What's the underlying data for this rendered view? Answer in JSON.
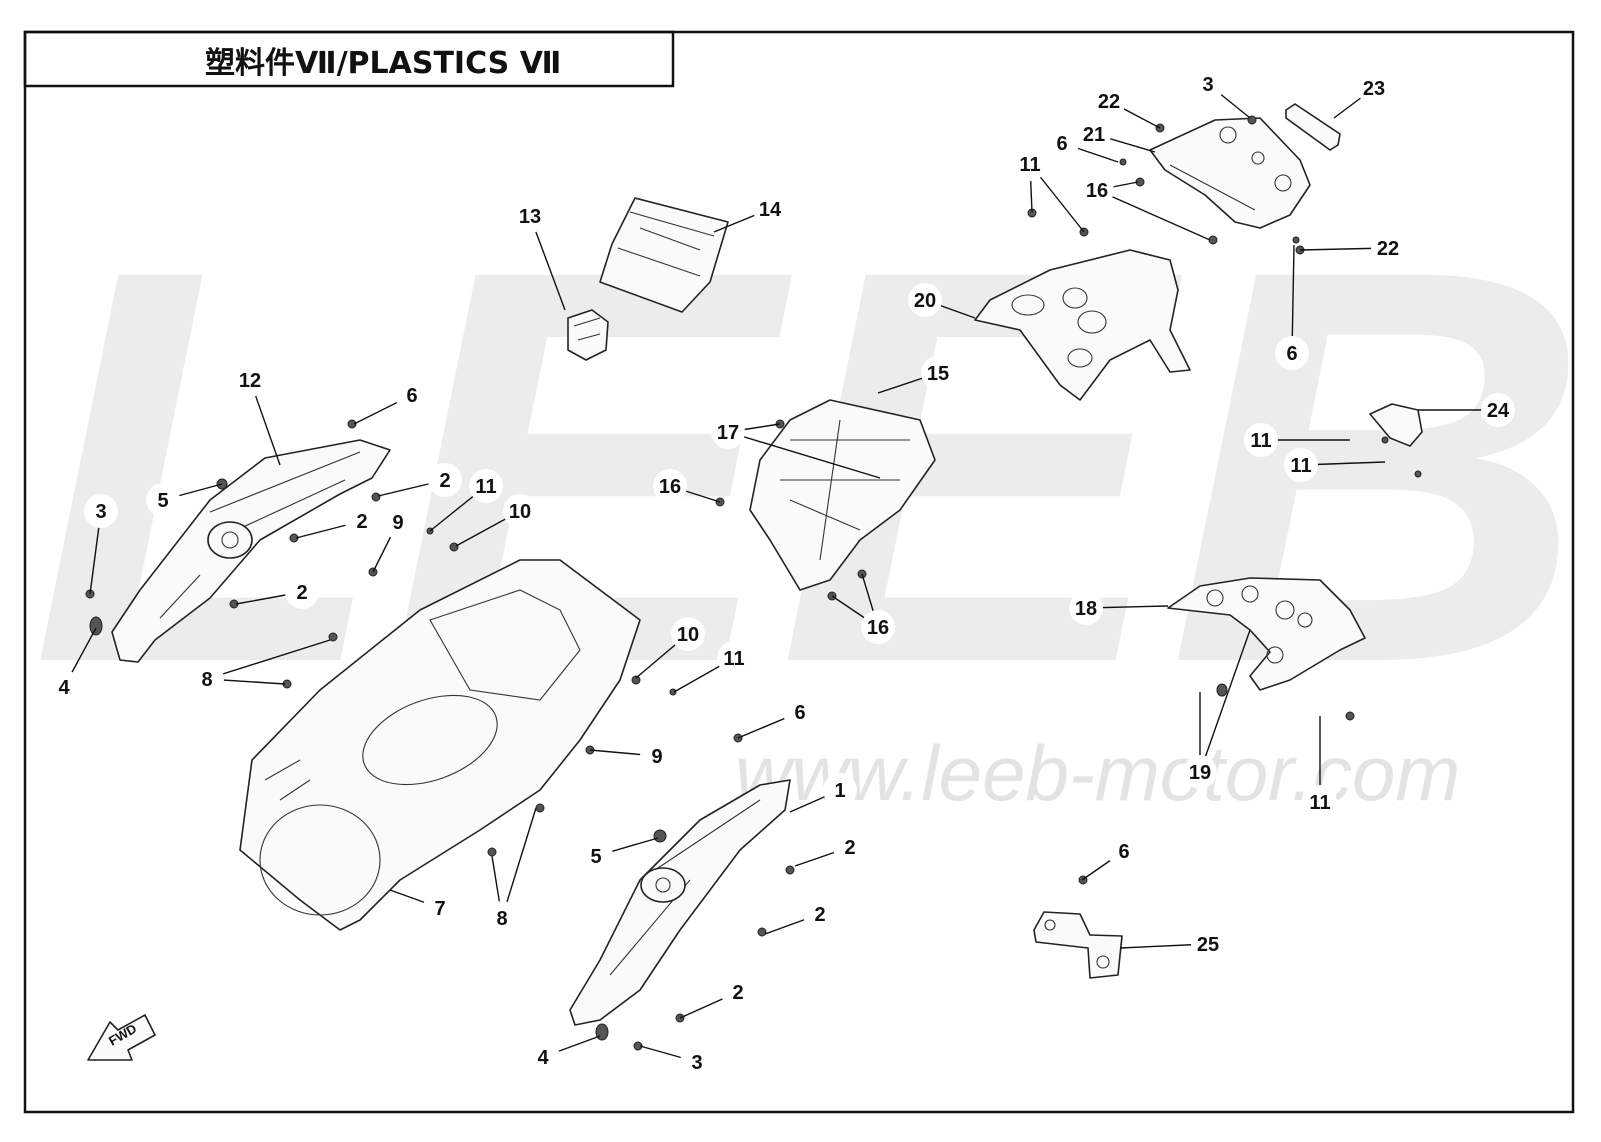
{
  "title": "塑料件Ⅶ/PLASTICS Ⅶ",
  "watermark": {
    "brand": "LEEB",
    "url": "www.leeb-motor.com"
  },
  "forward_marker": "FWD",
  "callouts": [
    {
      "label": "1"
    },
    {
      "label": "2"
    },
    {
      "label": "2"
    },
    {
      "label": "2"
    },
    {
      "label": "2"
    },
    {
      "label": "2"
    },
    {
      "label": "2"
    },
    {
      "label": "3"
    },
    {
      "label": "3"
    },
    {
      "label": "3"
    },
    {
      "label": "4"
    },
    {
      "label": "4"
    },
    {
      "label": "5"
    },
    {
      "label": "5"
    },
    {
      "label": "6"
    },
    {
      "label": "6"
    },
    {
      "label": "6"
    },
    {
      "label": "6"
    },
    {
      "label": "6"
    },
    {
      "label": "7"
    },
    {
      "label": "8"
    },
    {
      "label": "8"
    },
    {
      "label": "9"
    },
    {
      "label": "9"
    },
    {
      "label": "10"
    },
    {
      "label": "10"
    },
    {
      "label": "11"
    },
    {
      "label": "11"
    },
    {
      "label": "11"
    },
    {
      "label": "11"
    },
    {
      "label": "11"
    },
    {
      "label": "11"
    },
    {
      "label": "12"
    },
    {
      "label": "13"
    },
    {
      "label": "14"
    },
    {
      "label": "15"
    },
    {
      "label": "16"
    },
    {
      "label": "16"
    },
    {
      "label": "16"
    },
    {
      "label": "17"
    },
    {
      "label": "18"
    },
    {
      "label": "19"
    },
    {
      "label": "20"
    },
    {
      "label": "21"
    },
    {
      "label": "22"
    },
    {
      "label": "22"
    },
    {
      "label": "23"
    },
    {
      "label": "24"
    },
    {
      "label": "25"
    }
  ],
  "colors": {
    "frame": "#111111",
    "watermark": "#ececec",
    "background": "#ffffff"
  }
}
